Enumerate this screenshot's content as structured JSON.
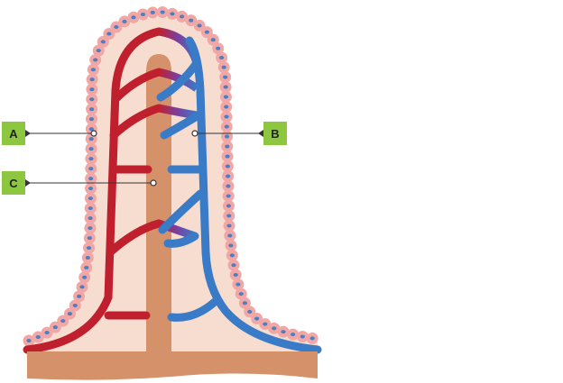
{
  "diagram": {
    "labels": [
      {
        "id": "A",
        "text": "A"
      },
      {
        "id": "B",
        "text": "B"
      },
      {
        "id": "C",
        "text": "C"
      }
    ],
    "colors": {
      "label_box": "#8dc63f",
      "label_text": "#222222",
      "leader_line": "#333333",
      "villus_fill": "#f6ddd0",
      "epithelium_outer": "#f2a7a7",
      "epithelium_nucleus": "#4a7fc1",
      "artery": "#c0202e",
      "vein": "#3a7bc8",
      "lacteal": "#d4916a",
      "base_tissue": "#d4916a"
    }
  }
}
